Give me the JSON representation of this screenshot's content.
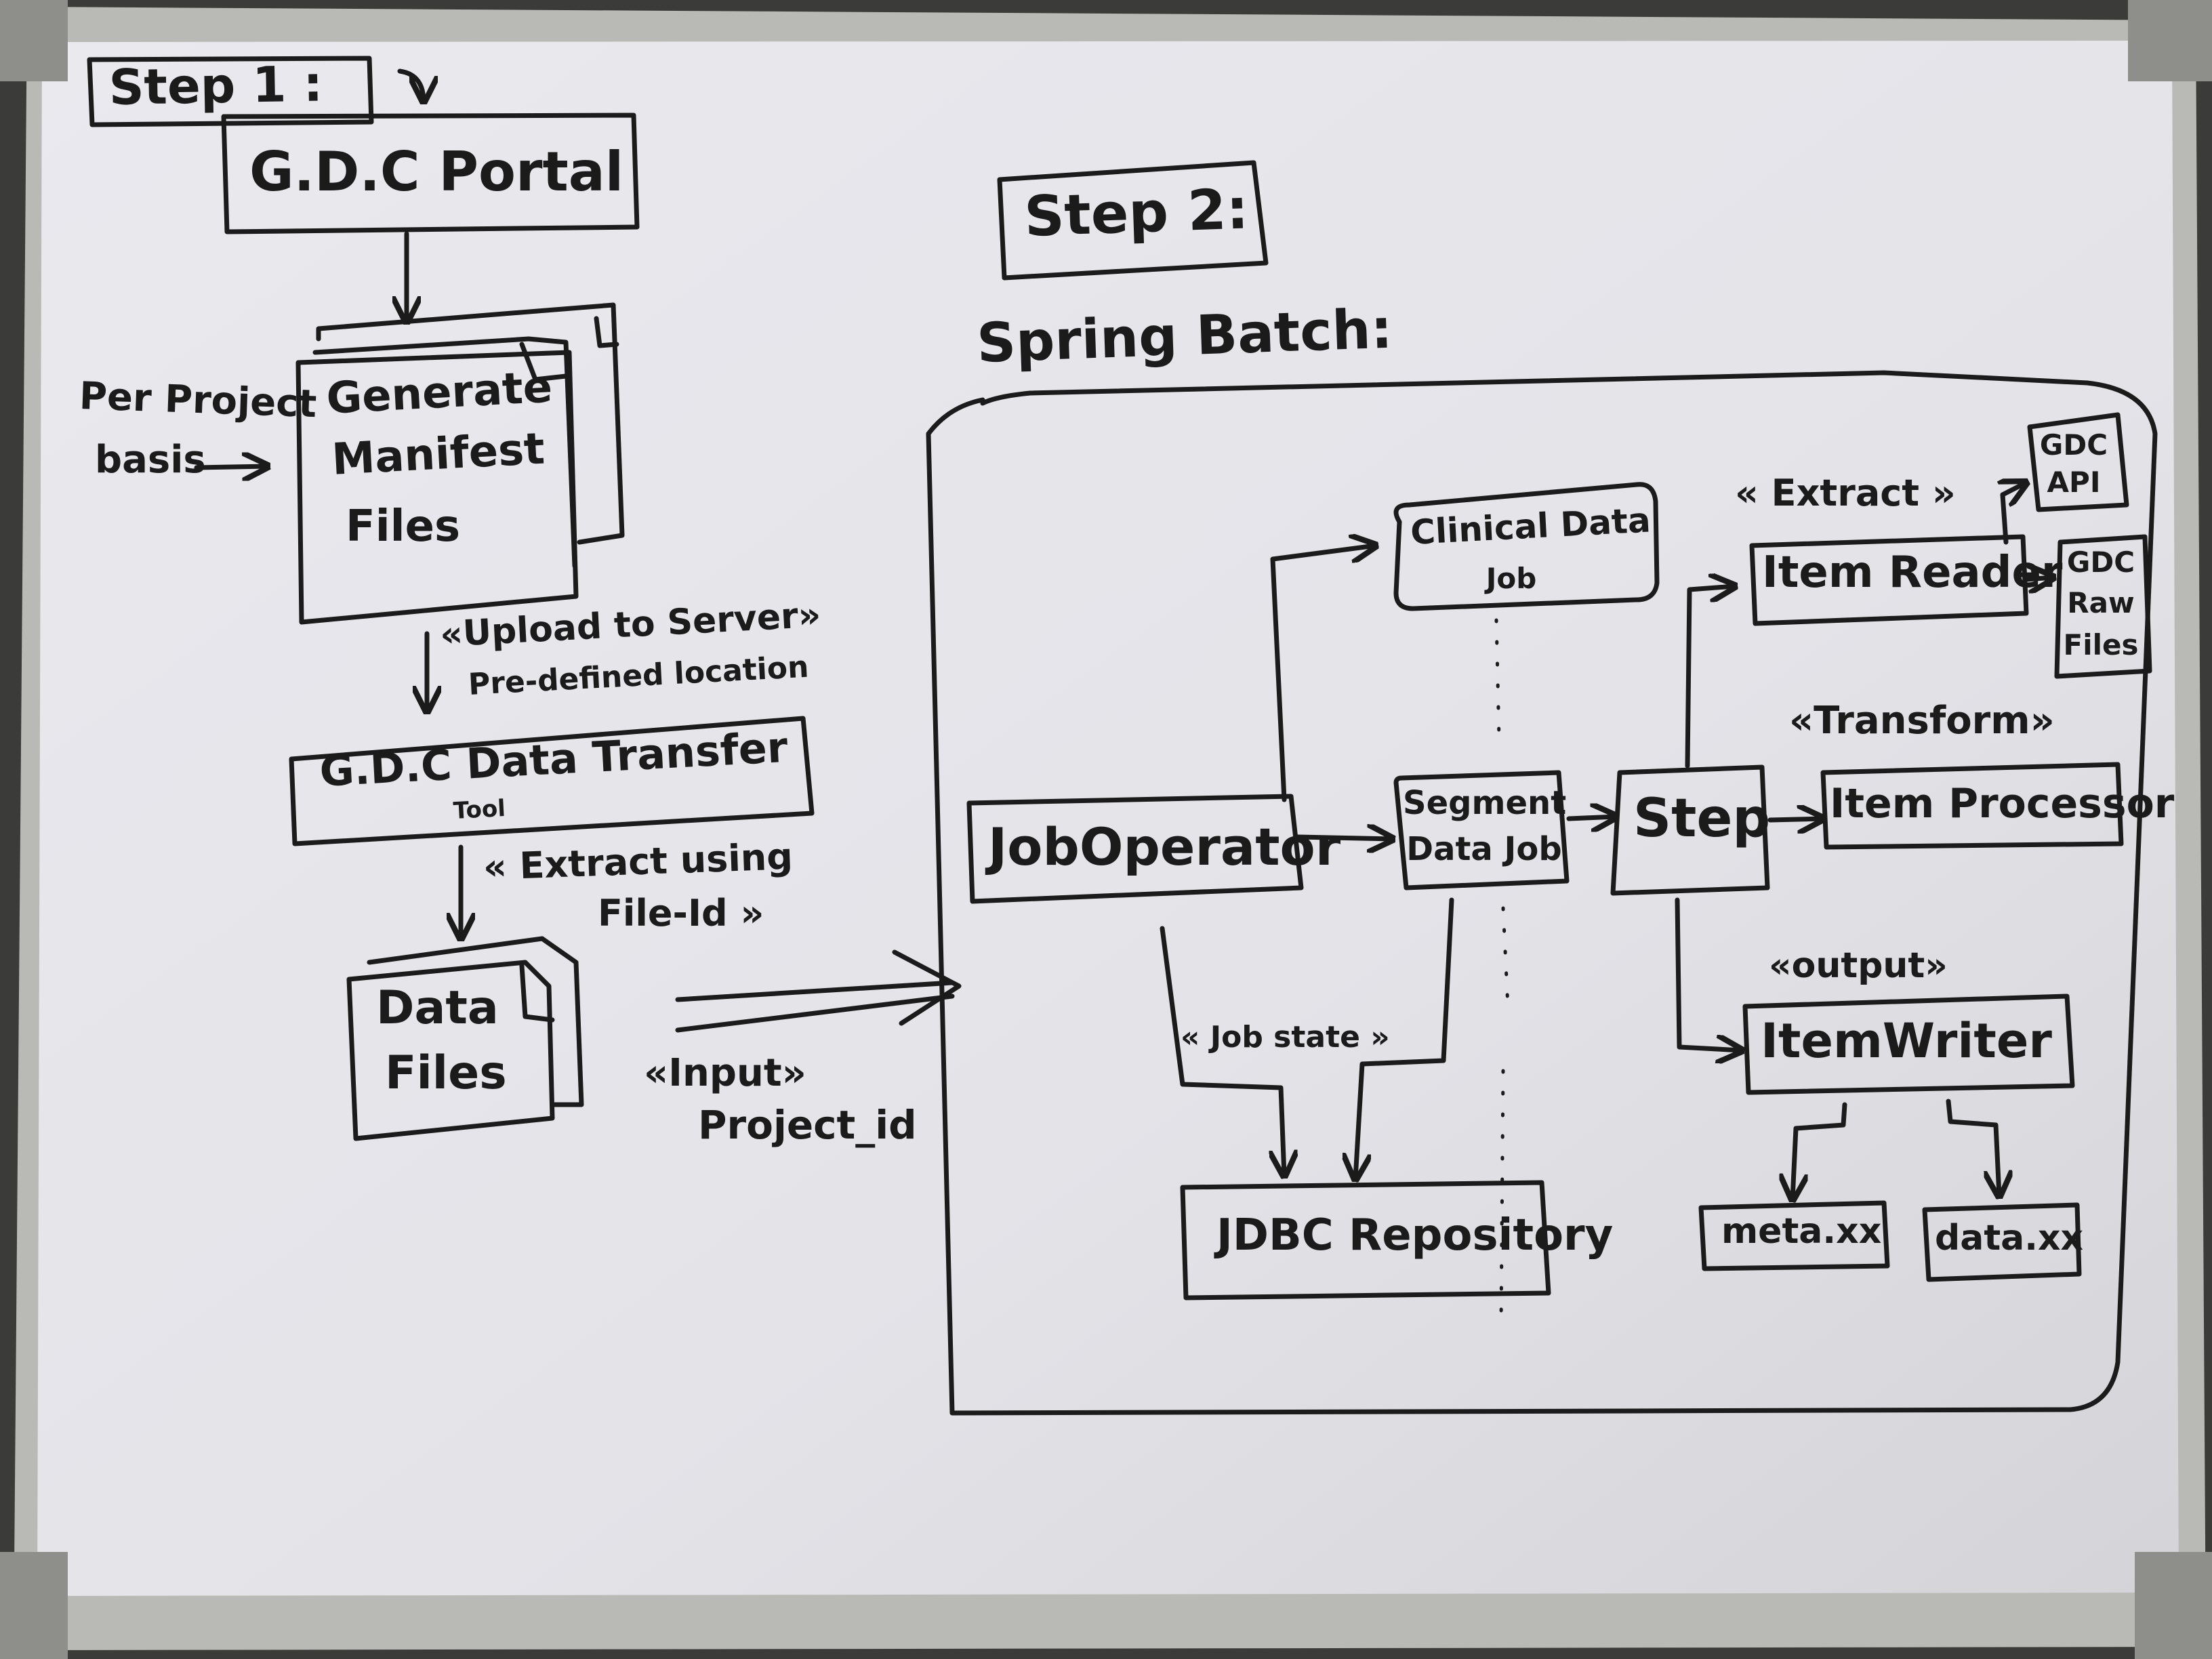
{
  "whiteboard": {
    "frame_color": "#b8b8b4",
    "board_color": "#e6e6ea",
    "ink_color": "#1b1b1b"
  },
  "step1": {
    "label": "Step 1 :",
    "gdc_portal": "G.D.C Portal",
    "manifest": [
      "Generate",
      "Manifest",
      "Files"
    ],
    "per_project": [
      "Per Project",
      "basis"
    ],
    "upload": "«Upload to Server»",
    "predefined": "Pre-defined location",
    "transfer_tool": "G.D.C Data Transfer",
    "transfer_tool_sub": "Tool",
    "extract_using": "« Extract using",
    "file_id": "File-Id »",
    "data_files": [
      "Data",
      "Files"
    ],
    "input": "«Input»",
    "project_id": "Project_id"
  },
  "step2": {
    "label": "Step 2:",
    "spring_batch": "Spring Batch:",
    "job_operator": "JobOperator",
    "clinical_job": [
      "Clinical Data",
      "Job"
    ],
    "segment_job": [
      "Segment",
      "Data Job"
    ],
    "step": "Step",
    "job_state": "« Job state »",
    "jdbc_repo": "JDBC Repository",
    "extract_tag": "« Extract »",
    "item_reader": "Item Reader",
    "gdc_api": [
      "GDC",
      "API"
    ],
    "gdc_raw": [
      "GDC",
      "Raw",
      "Files"
    ],
    "transform_tag": "«Transform»",
    "item_processor": "Item Processor",
    "output_tag": "«output»",
    "item_writer": "ItemWriter",
    "meta_file": "meta.xx",
    "data_file": "data.xx"
  }
}
